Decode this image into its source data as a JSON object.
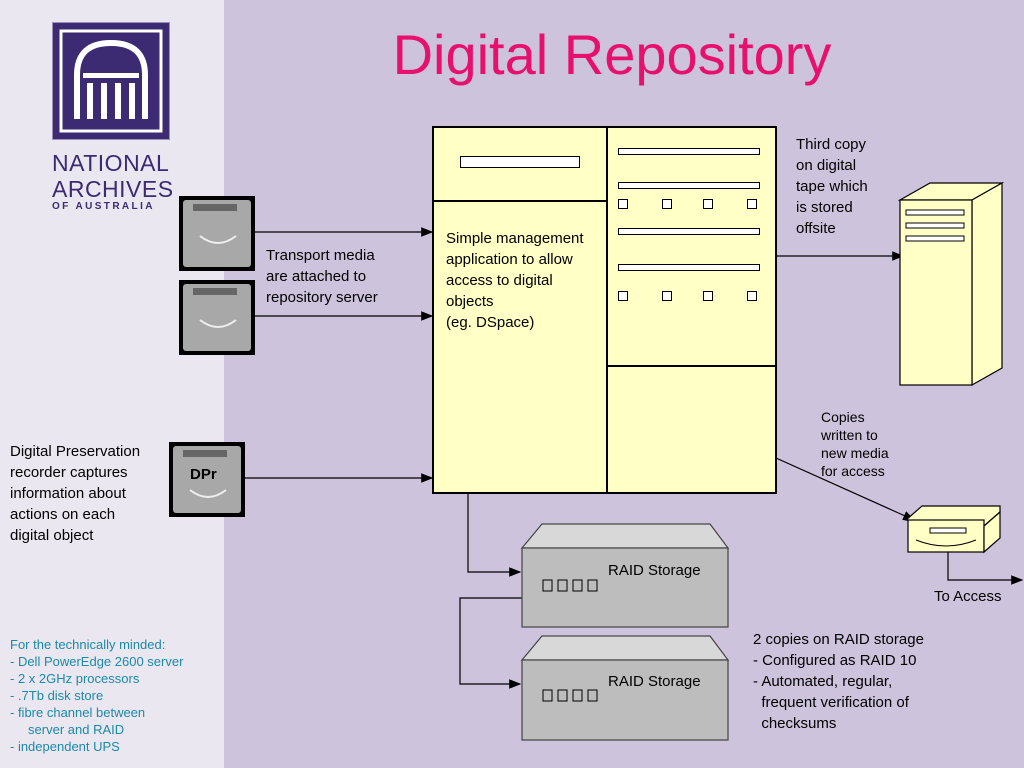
{
  "title": "Digital Repository",
  "logo": {
    "line1": "NATIONAL",
    "line2": "ARCHIVES",
    "line3": "OF AUSTRALIA"
  },
  "labels": {
    "transport": [
      "Transport media",
      "are attached to",
      "repository server"
    ],
    "dpr_desc": [
      "Digital Preservation",
      "recorder captures",
      "information about",
      "actions on each",
      "digital object"
    ],
    "dpr_badge": "DPr",
    "mgmt": [
      "Simple management",
      "application to allow",
      "access to digital",
      "objects",
      "(eg. DSpace)"
    ],
    "third_copy": [
      "Third copy",
      "on digital",
      "tape which",
      "is stored",
      "offsite"
    ],
    "copies_written": [
      "Copies",
      "written to",
      "new media",
      "for access"
    ],
    "to_access": "To Access",
    "raid1": "RAID Storage",
    "raid2": "RAID Storage",
    "raid_notes": [
      "2 copies on RAID storage",
      "- Configured as RAID 10",
      "- Automated, regular,",
      "  frequent verification of",
      "  checksums"
    ]
  },
  "tech": {
    "heading": "For the technically minded:",
    "items": [
      "- Dell PowerEdge 2600 server",
      "- 2 x 2GHz processors",
      "- .7Tb disk store",
      "- fibre channel between",
      "     server and RAID",
      "- independent UPS"
    ]
  },
  "colors": {
    "title": "#e8106e",
    "background": "#cdc3dc",
    "sidebar": "#ebe7f0",
    "logo": "#3c2a72",
    "box_fill": "#ffffc6",
    "tech_text": "#1a8aa8"
  }
}
